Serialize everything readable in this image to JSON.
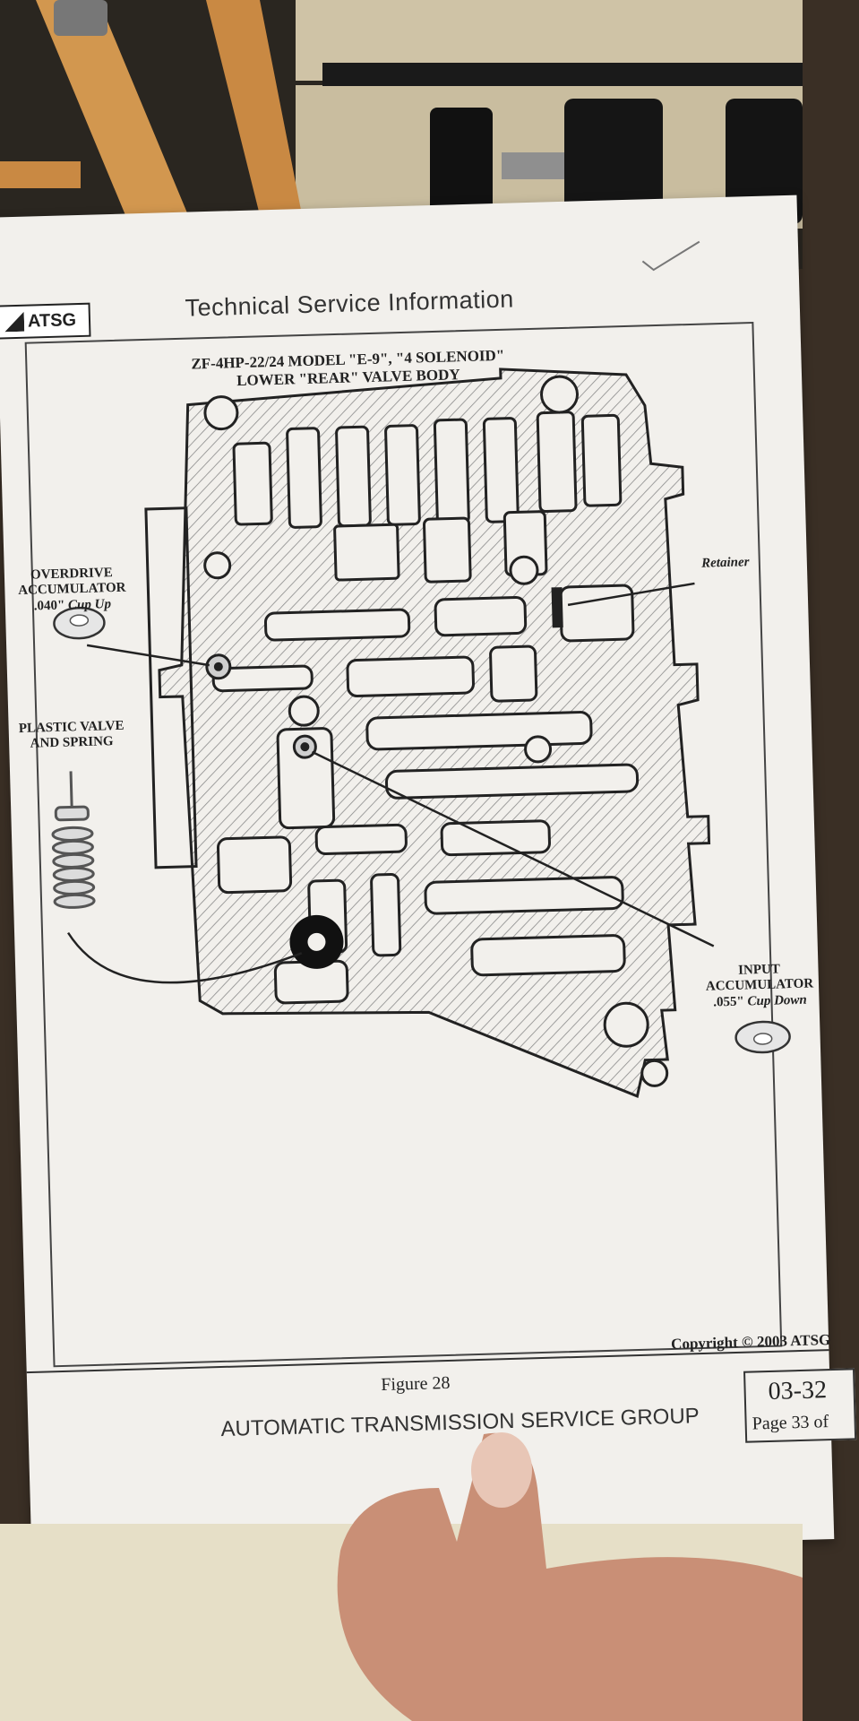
{
  "header": {
    "logo_text": "ATSG",
    "title": "Technical Service Information"
  },
  "figure_title": {
    "line1": "ZF-4HP-22/24  MODEL \"E-9\", \"4 SOLENOID\"",
    "line2": "LOWER \"REAR\" VALVE BODY"
  },
  "labels": {
    "overdrive_1": "OVERDRIVE",
    "overdrive_2": "ACCUMULATOR",
    "overdrive_spec": ".040\"",
    "overdrive_cup": "Cup Up",
    "plastic_1": "PLASTIC VALVE",
    "plastic_2": "AND SPRING",
    "retainer": "Retainer",
    "input_1": "INPUT",
    "input_2": "ACCUMULATOR",
    "input_spec": ".055\"",
    "input_cup": "Cup Down"
  },
  "footer": {
    "figure": "Figure 28",
    "copyright": "Copyright © 2003 ATSG",
    "group": "AUTOMATIC TRANSMISSION SERVICE GROUP",
    "page_number": "03-32",
    "page_of": "Page 33 of"
  },
  "colors": {
    "paper": "#f2f0ec",
    "ink": "#222222",
    "hatch": "#777777"
  }
}
